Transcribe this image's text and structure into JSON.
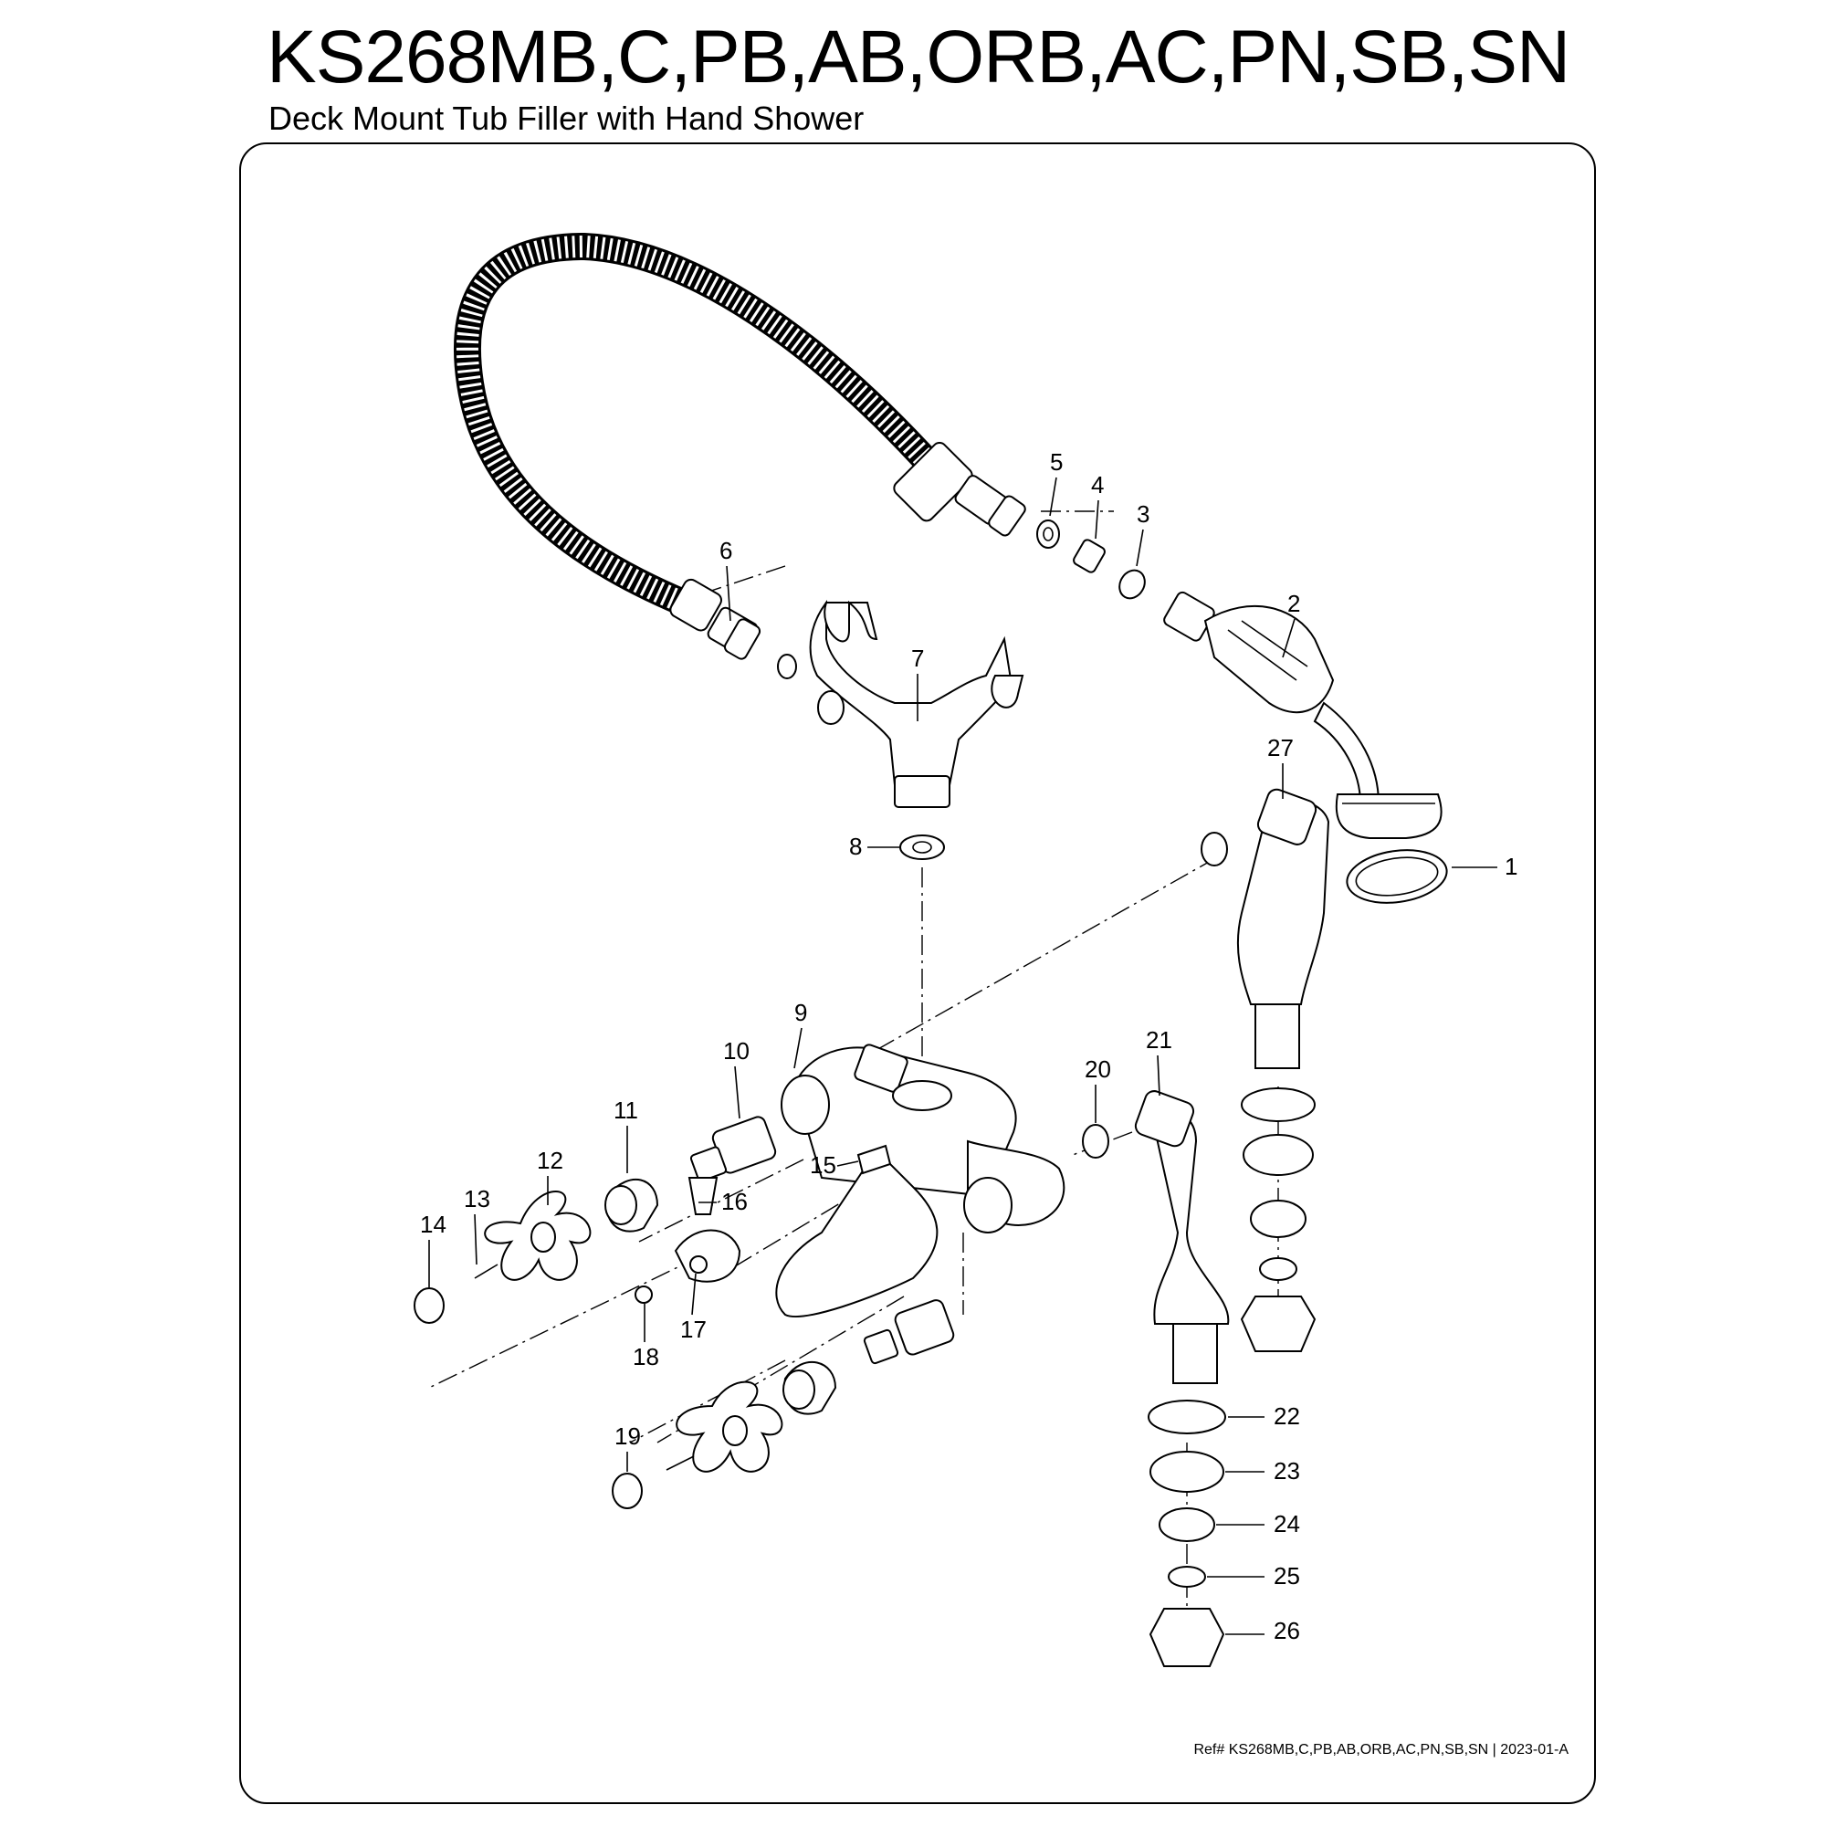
{
  "title": "KS268MB,C,PB,AB,ORB,AC,PN,SB,SN",
  "subtitle": "Deck Mount Tub Filler with Hand Shower",
  "reference": "Ref# KS268MB,C,PB,AB,ORB,AC,PN,SB,SN | 2023-01-A",
  "part_numbers": [
    "1",
    "2",
    "3",
    "4",
    "5",
    "6",
    "7",
    "8",
    "9",
    "10",
    "11",
    "12",
    "13",
    "14",
    "15",
    "16",
    "17",
    "18",
    "19",
    "20",
    "21",
    "22",
    "23",
    "24",
    "25",
    "26",
    "27"
  ]
}
